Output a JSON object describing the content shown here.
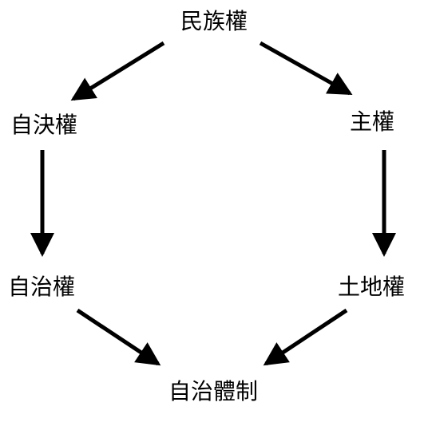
{
  "diagram": {
    "colors": {
      "background": "#ffffff",
      "text": "#000000",
      "arrow": "#000000"
    },
    "nodes": {
      "ethnic_rights": "民族權",
      "self_determination": "自決權",
      "sovereignty": "主權",
      "self_government": "自治權",
      "land_rights": "土地權",
      "autonomy_system": "自治體制"
    },
    "edges": [
      {
        "from": "ethnic_rights",
        "to": "self_determination"
      },
      {
        "from": "ethnic_rights",
        "to": "sovereignty"
      },
      {
        "from": "self_determination",
        "to": "self_government"
      },
      {
        "from": "sovereignty",
        "to": "land_rights"
      },
      {
        "from": "self_government",
        "to": "autonomy_system"
      },
      {
        "from": "land_rights",
        "to": "autonomy_system"
      }
    ]
  }
}
